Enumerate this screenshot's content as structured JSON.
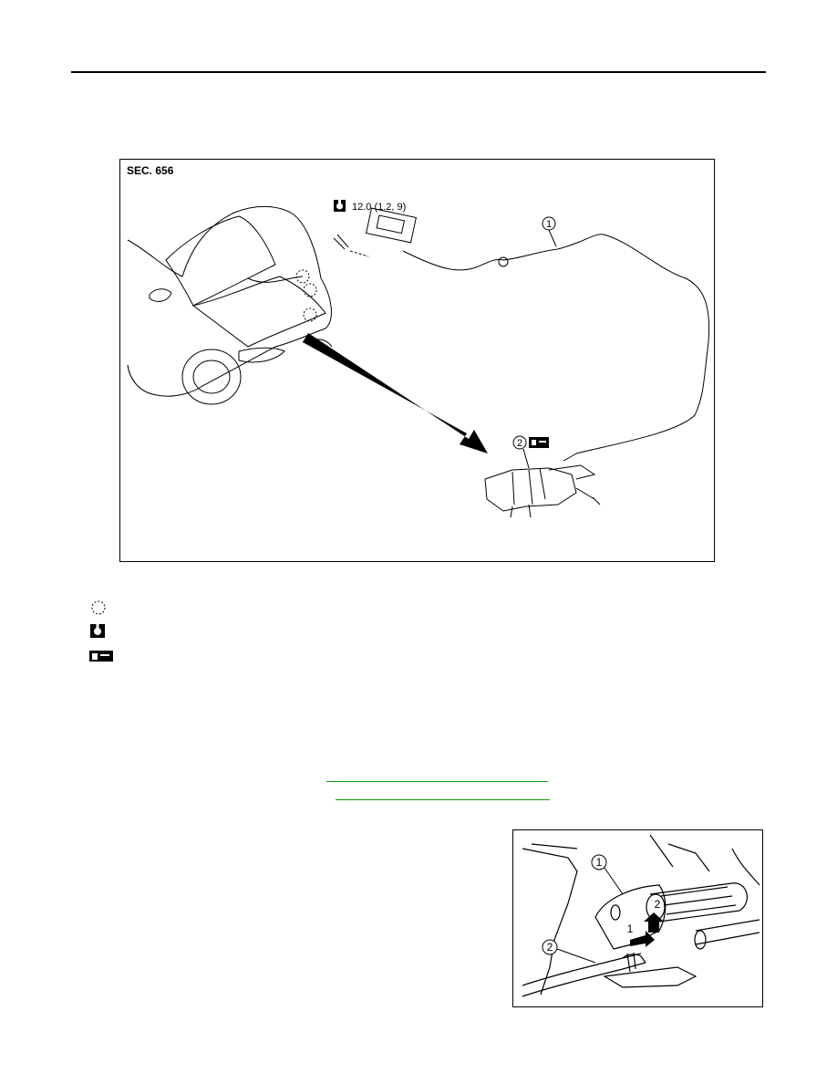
{
  "main_figure": {
    "section_label": "SEC. 656",
    "torque_spec": "12.0 (1.2, 9)",
    "callouts": [
      "1",
      "2"
    ]
  },
  "legend": {
    "items": [
      {
        "icon": "dashed-circle-icon"
      },
      {
        "icon": "torque-wrench-icon"
      },
      {
        "icon": "grease-apply-icon"
      }
    ]
  },
  "links": [
    {
      "color": "#0a9a0a"
    },
    {
      "color": "#0a9a0a"
    }
  ],
  "detail_figure": {
    "callouts": [
      "1",
      "2"
    ],
    "step_numbers": [
      "1",
      "2"
    ]
  }
}
